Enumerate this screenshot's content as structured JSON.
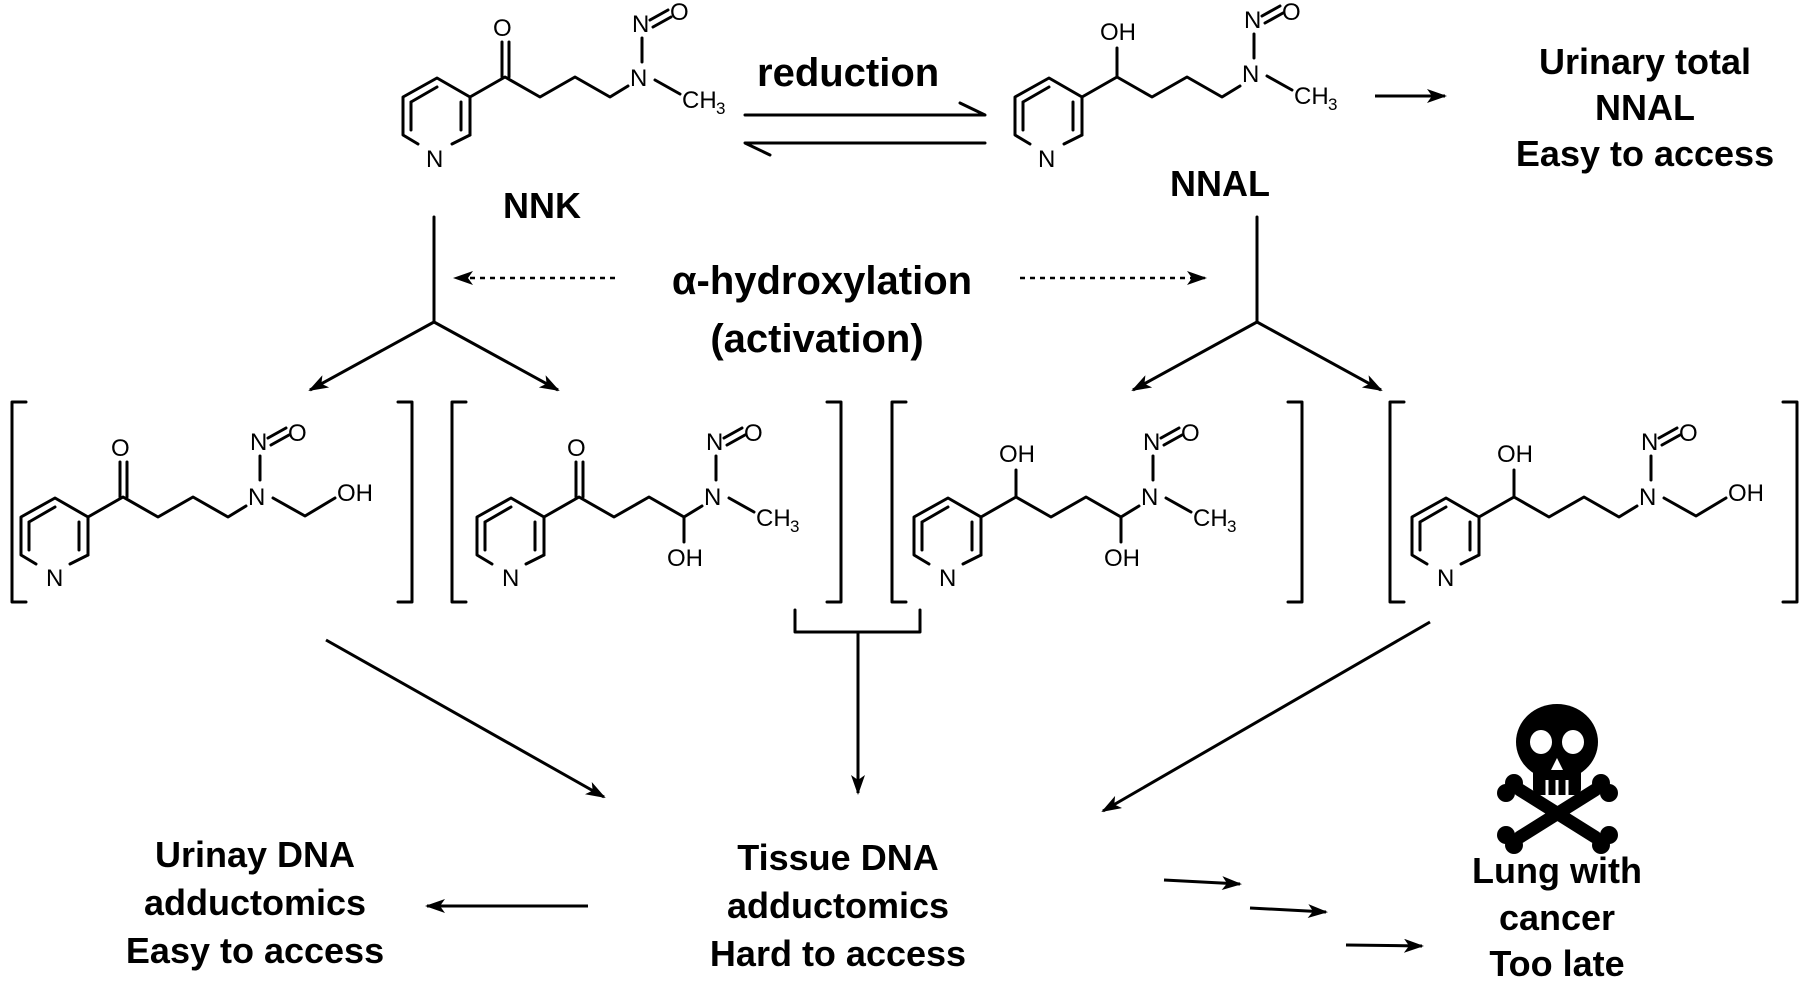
{
  "compounds": {
    "nnk": "NNK",
    "nnal": "NNAL"
  },
  "reactions": {
    "reduction": "reduction",
    "alpha_hydroxylation": "α-hydroxylation",
    "activation": "(activation)"
  },
  "outcomes": {
    "urinary_nnal": [
      "Urinary total",
      "NNAL",
      "Easy to access"
    ],
    "urinary_dna": [
      "Urinay DNA",
      "adductomics",
      "Easy to access"
    ],
    "tissue_dna": [
      "Tissue DNA",
      "adductomics",
      "Hard to access"
    ],
    "lung": [
      "Lung with",
      "cancer",
      "Too late"
    ]
  },
  "atoms": {
    "O": "O",
    "N": "N",
    "OH": "OH",
    "CH": "CH",
    "three": "3"
  },
  "icons": {
    "hazard": "skull-crossbones-icon"
  }
}
